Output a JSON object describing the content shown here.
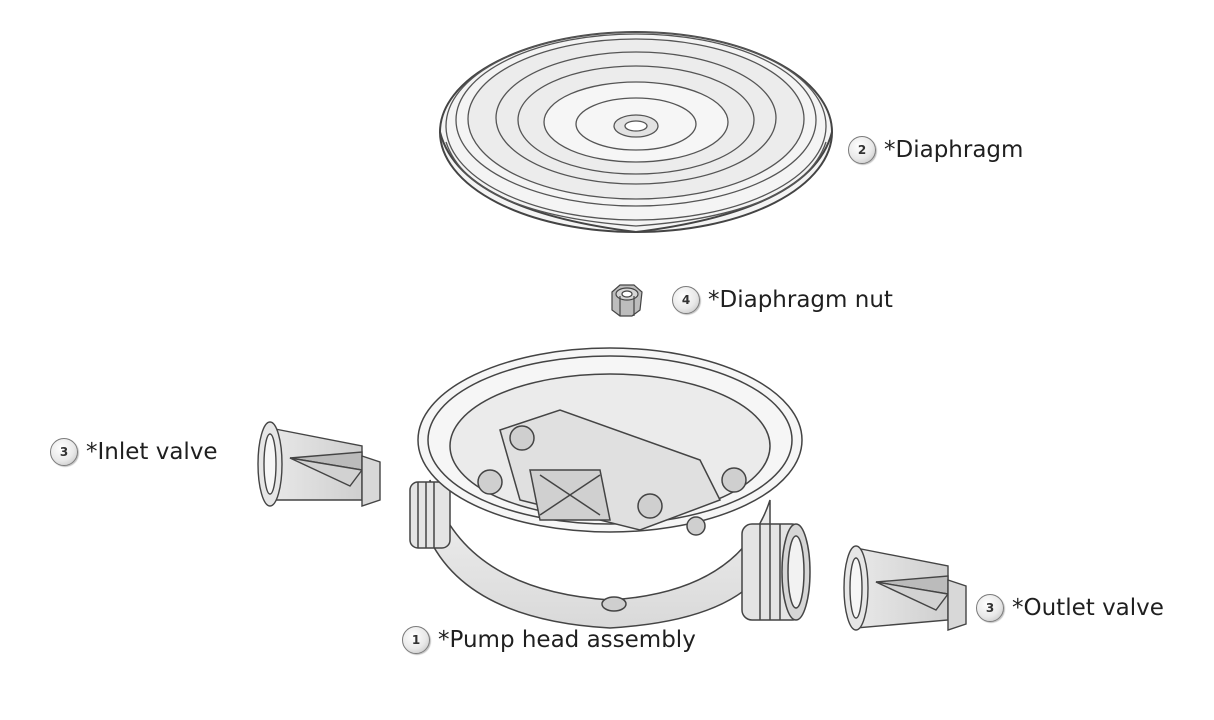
{
  "parts": [
    {
      "key": "diaphragm",
      "number": "2",
      "name": "*Diaphragm"
    },
    {
      "key": "diaphragm_nut",
      "number": "4",
      "name": "*Diaphragm nut"
    },
    {
      "key": "inlet_valve",
      "number": "3",
      "name": "*Inlet valve"
    },
    {
      "key": "outlet_valve",
      "number": "3",
      "name": "*Outlet valve"
    },
    {
      "key": "pump_head",
      "number": "1",
      "name": "*Pump head assembly"
    }
  ]
}
